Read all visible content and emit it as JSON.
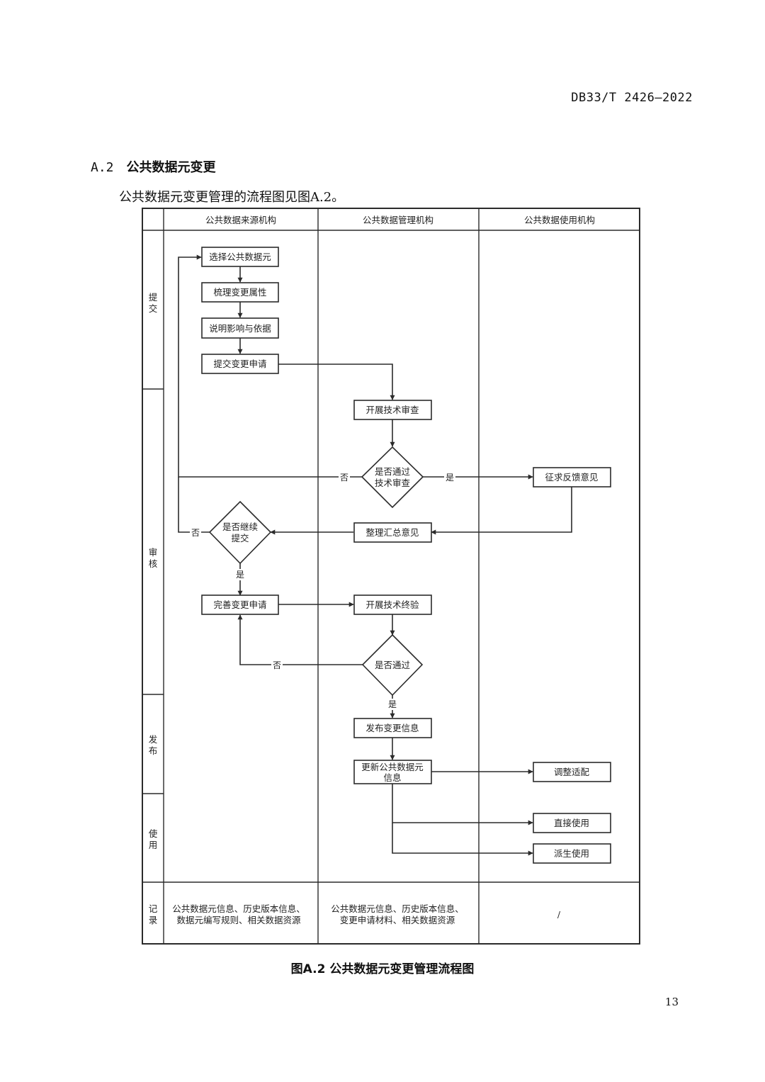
{
  "header": {
    "standard_code": "DB33/T 2426—2022"
  },
  "section": {
    "number": "A.2",
    "title": "公共数据元变更"
  },
  "intro_text": "公共数据元变更管理的流程图见图A.2。",
  "flowchart": {
    "lanes": [
      "公共数据来源机构",
      "公共数据管理机构",
      "公共数据使用机构"
    ],
    "stages": [
      {
        "chars": [
          "提",
          "交"
        ]
      },
      {
        "chars": [
          "审",
          "核"
        ]
      },
      {
        "chars": [
          "发",
          "布"
        ]
      },
      {
        "chars": [
          "使",
          "用"
        ]
      },
      {
        "chars": [
          "记",
          "录"
        ]
      }
    ],
    "nodes": {
      "select": "选择公共数据元",
      "sort": "梳理变更属性",
      "explain": "说明影响与依据",
      "submit": "提交变更申请",
      "tech_review": "开展技术审查",
      "pass_review": [
        "是否通过",
        "技术审查"
      ],
      "solicit": "征求反馈意见",
      "summarize": "整理汇总意见",
      "continue": [
        "是否继续",
        "提交"
      ],
      "improve": "完善变更申请",
      "final_check": "开展技术终验",
      "pass": "是否通过",
      "publish": "发布变更信息",
      "update": [
        "更新公共数据元",
        "信息"
      ],
      "adjust": "调整适配",
      "direct_use": "直接使用",
      "derived_use": "派生使用"
    },
    "edge_labels": {
      "no": "否",
      "yes": "是"
    },
    "records": [
      [
        "公共数据元信息、历史版本信息、",
        "数据元编写规则、相关数据资源"
      ],
      [
        "公共数据元信息、历史版本信息、",
        "变更申请材料、相关数据资源"
      ],
      [
        "/"
      ]
    ]
  },
  "figure_caption": "图A.2 公共数据元变更管理流程图",
  "page_number": "13"
}
